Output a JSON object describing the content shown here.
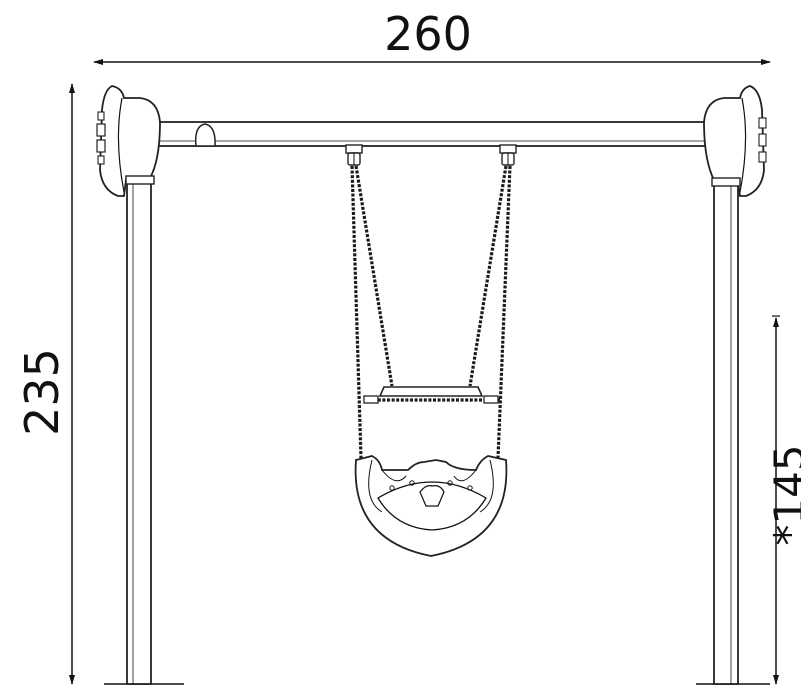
{
  "dimensions": {
    "width_label": "260",
    "height_label": "235",
    "seat_height_label": "*145"
  }
}
